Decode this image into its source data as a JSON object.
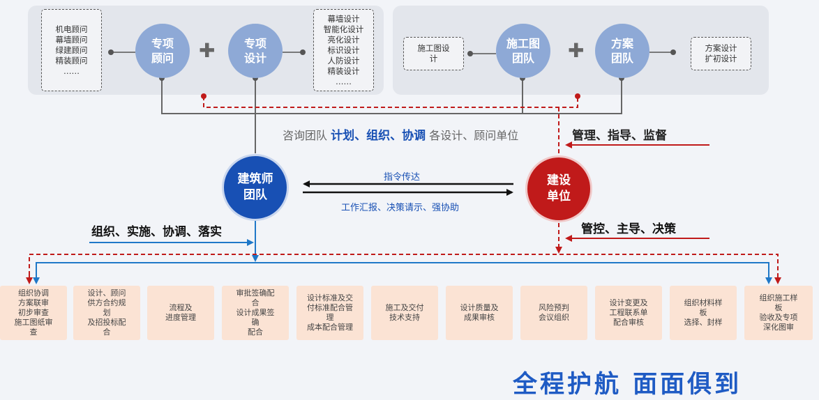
{
  "top_left": {
    "advisor_box": [
      "机电顾问",
      "幕墙顾问",
      "绿建顾问",
      "精装顾问",
      "……"
    ],
    "circle_consultant": [
      "专项",
      "顾问"
    ],
    "circle_design": [
      "专项",
      "设计"
    ],
    "plus": "✚",
    "design_box": [
      "幕墙设计",
      "智能化设计",
      "亮化设计",
      "标识设计",
      "人防设计",
      "精装设计",
      "……"
    ]
  },
  "top_right": {
    "construction_box": [
      "施工图设",
      "计"
    ],
    "circle_construction": [
      "施工图",
      "团队"
    ],
    "plus": "✚",
    "circle_scheme": [
      "方案",
      "团队"
    ],
    "scheme_box": [
      "方案设计",
      "扩初设计"
    ]
  },
  "center": {
    "consult_prefix": "咨询团队",
    "consult_emphasis": "计划、组织、协调",
    "consult_suffix": "各设计、顾问单位",
    "manage_label": "管理、指导、监督",
    "architect_circle": [
      "建筑师",
      "团队"
    ],
    "owner_circle": [
      "建设",
      "单位"
    ],
    "instruction_label": "指令传达",
    "report_label": "工作汇报、决策请示、强协助",
    "organize_label": "组织、实施、协调、落实",
    "control_label": "管控、主导、决策"
  },
  "tasks": [
    [
      "组织协调",
      "方案联审",
      "初步审查",
      "施工图纸审",
      "查"
    ],
    [
      "设计、顾问",
      "供方合约规",
      "划",
      "及招投标配",
      "合"
    ],
    [
      "流程及",
      "进度管理"
    ],
    [
      "审批签确配",
      "合",
      "设计成果签",
      "确",
      "配合"
    ],
    [
      "设计标准及交",
      "付标准配合管",
      "理",
      "成本配合管理"
    ],
    [
      "施工及交付",
      "技术支持"
    ],
    [
      "设计质量及",
      "成果审核"
    ],
    [
      "风险预判",
      "会议组织"
    ],
    [
      "设计变更及",
      "工程联系单",
      "配合审核"
    ],
    [
      "组织材料样",
      "板",
      "选择、封样"
    ],
    [
      "组织施工样",
      "板",
      "验收及专项",
      "深化图审"
    ]
  ],
  "slogan": "全程护航   面面俱到",
  "colors": {
    "blue_dark": "#1850b4",
    "blue_light": "#8ea9d6",
    "red": "#c01a1a",
    "task_fill": "#fbe3d4",
    "arrow_blue": "#1f78c8"
  }
}
